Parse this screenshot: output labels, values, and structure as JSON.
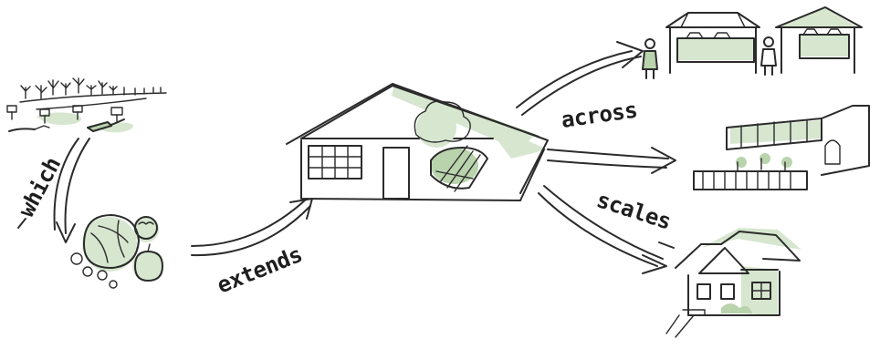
{
  "labels": {
    "which": "which",
    "extends": "extends",
    "across": "across",
    "scales": "scales"
  },
  "colors": {
    "ink": "#2b2b2b",
    "green_wash": "#d6e6cf",
    "green_dark": "#b9d3ad"
  },
  "icons": [
    "seedlings-garden-icon",
    "vegetables-harvest-icon",
    "farmhouse-icon",
    "market-stalls-icon",
    "cafe-patio-icon",
    "small-house-icon"
  ]
}
